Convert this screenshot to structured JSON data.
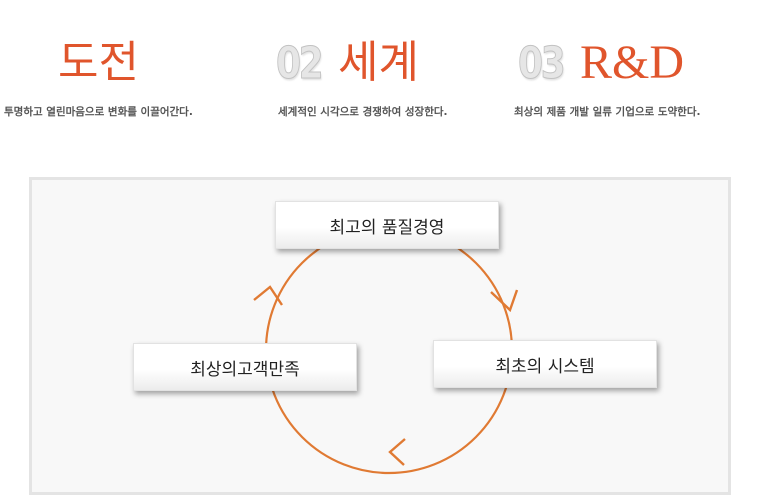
{
  "pillars": [
    {
      "number": "",
      "title": "도전",
      "description": "투명하고 열린마음으로 변화를 이끌어간다."
    },
    {
      "number": "02",
      "title": "세계",
      "description": "세계적인 시각으로 경쟁하여 성장한다."
    },
    {
      "number": "03",
      "title": "R&D",
      "description": "최상의 제품 개발 일류 기업으로 도약한다."
    }
  ],
  "cycle": {
    "top": "최고의 품질경영",
    "right": "최초의 시스템",
    "left": "최상의고객만족"
  },
  "colors": {
    "accent": "#e0552c",
    "cycle_line": "#e07a33",
    "number_gray": "#e6e6e6",
    "panel_bg": "#f8f8f8",
    "panel_border": "#e4e4e4"
  }
}
